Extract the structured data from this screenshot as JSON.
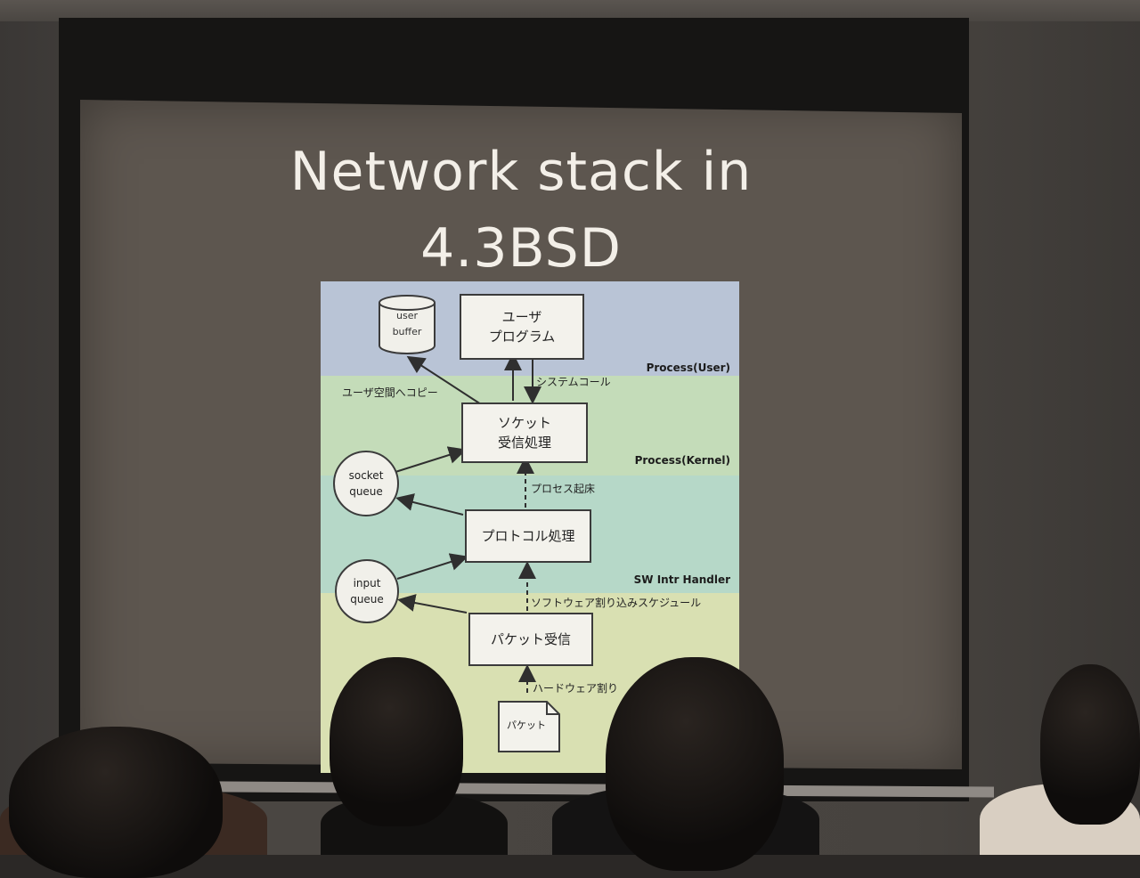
{
  "slide": {
    "title_line1": "Network stack in",
    "title_line2": "4.3BSD"
  },
  "diagram": {
    "zones": {
      "user": "Process(User)",
      "kernel": "Process(Kernel)",
      "sw_intr": "SW Intr Handler"
    },
    "boxes": {
      "user_program": "ユーザ\nプログラム",
      "socket_recv": "ソケット\n受信処理",
      "protocol": "プロトコル処理",
      "packet_recv": "パケット受信"
    },
    "stores": {
      "user_buffer": "user\nbuffer",
      "socket_queue": "socket\nqueue",
      "input_queue": "input\nqueue",
      "packet": "パケット"
    },
    "edge_labels": {
      "syscall": "システムコール",
      "copy_to_user": "ユーザ空間へコピー",
      "process_wakeup": "プロセス起床",
      "sw_intr_schedule": "ソフトウェア割り込みスケジュール",
      "hw_intr": "ハードウェア割り"
    }
  },
  "colors": {
    "band_user": "#b9c4d6",
    "band_kernel": "#c4dcb9",
    "band_proto": "#b6d8c8",
    "band_hw": "#d9e0b2"
  }
}
